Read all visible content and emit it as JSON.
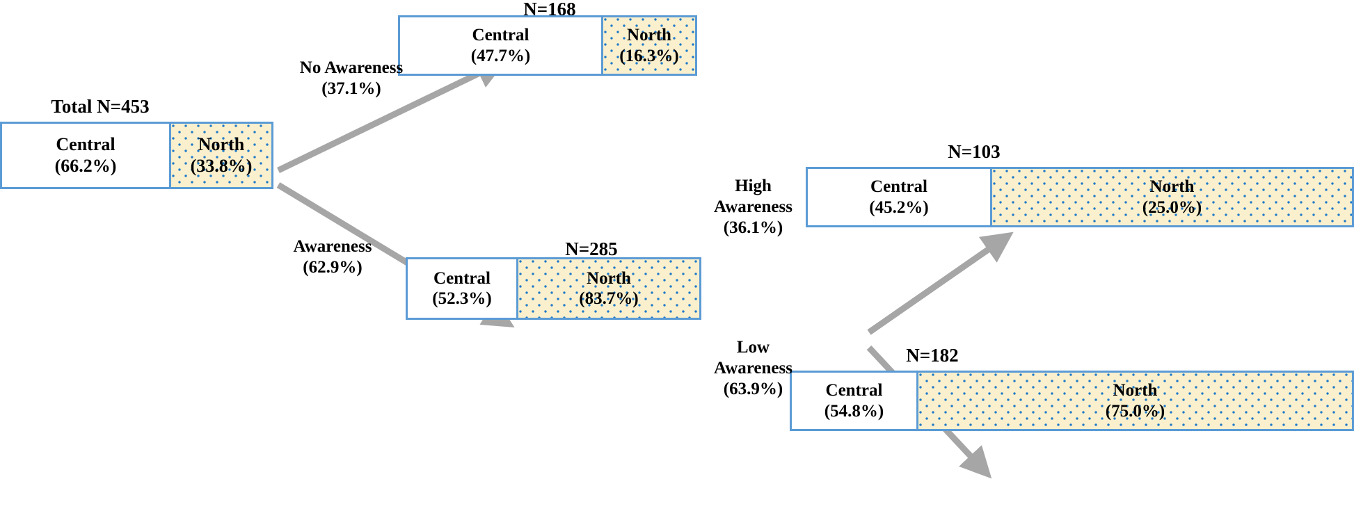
{
  "diagram": {
    "title_root_caption": "Total N=453",
    "segment_labels": {
      "central": "Central",
      "north": "North"
    },
    "colors": {
      "box_border": "#5B9BD5",
      "north_fill": "#FAF0CD",
      "north_dot": "#1F79C8",
      "central_fill": "#FFFFFF",
      "arrow": "#A6A6A6",
      "text": "#000000"
    }
  },
  "nodes": [
    {
      "id": "root",
      "caption": "Total N=453",
      "n": 453,
      "central": {
        "label": "Central",
        "pct": "(66.2%)",
        "value": 66.2
      },
      "north": {
        "label": "North",
        "pct": "(33.8%)",
        "value": 33.8
      }
    },
    {
      "id": "no-awareness",
      "caption": "N=168",
      "n": 168,
      "central": {
        "label": "Central",
        "pct": "(47.7%)",
        "value": 47.7
      },
      "north": {
        "label": "North",
        "pct": "(16.3%)",
        "value": 16.3
      }
    },
    {
      "id": "awareness",
      "caption": "N=285",
      "n": 285,
      "central": {
        "label": "Central",
        "pct": "(52.3%)",
        "value": 52.3
      },
      "north": {
        "label": "North",
        "pct": "(83.7%)",
        "value": 83.7
      }
    },
    {
      "id": "high-awareness",
      "caption": "N=103",
      "n": 103,
      "central": {
        "label": "Central",
        "pct": "(45.2%)",
        "value": 45.2
      },
      "north": {
        "label": "North",
        "pct": "(25.0%)",
        "value": 25.0
      }
    },
    {
      "id": "low-awareness",
      "caption": "N=182",
      "n": 182,
      "central": {
        "label": "Central",
        "pct": "(54.8%)",
        "value": 54.8
      },
      "north": {
        "label": "North",
        "pct": "(75.0%)",
        "value": 75.0
      }
    }
  ],
  "edges": [
    {
      "id": "edge-no-awareness",
      "line1": "No Awareness",
      "line2": "(37.1%)",
      "value": 37.1
    },
    {
      "id": "edge-awareness",
      "line1": "Awareness",
      "line2": "(62.9%)",
      "value": 62.9
    },
    {
      "id": "edge-high-awareness",
      "line1": "High",
      "line2": "Awareness",
      "line3": "(36.1%)",
      "value": 36.1
    },
    {
      "id": "edge-low-awareness",
      "line1": "Low",
      "line2": "Awareness",
      "line3": "(63.9%)",
      "value": 63.9
    }
  ]
}
